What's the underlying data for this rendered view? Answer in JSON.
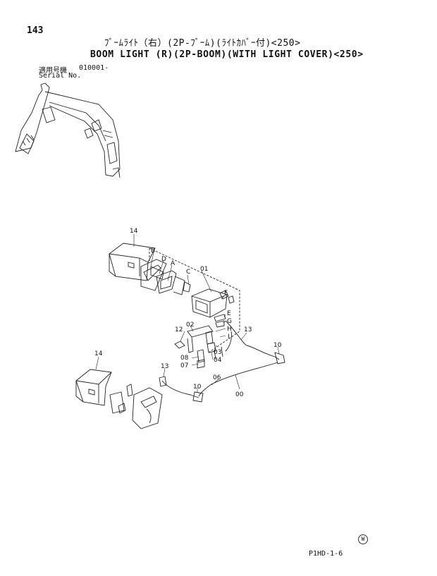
{
  "page_number": "143",
  "title_jp": "ﾌﾞｰﾑﾗｲﾄ（右）(2P-ﾌﾞｰﾑ)(ﾗｲﾄｶﾊﾞｰ付)<250>",
  "title_en": "BOOM LIGHT (R)(2P-BOOM)(WITH LIGHT COVER)<250>",
  "serial_label_jp": "適用号機",
  "serial_value": "010001-",
  "serial_label_en": "Serial No.",
  "footer_code": "P1HD-1-6",
  "mark_symbol": "W",
  "labels": {
    "l14a": "14",
    "lB": "B",
    "lD": "D",
    "lA": "A",
    "lC": "C",
    "l01": "01",
    "lF": "F",
    "lE": "E",
    "lG": "G",
    "lH": "H",
    "lI": "I",
    "l13a": "13",
    "l02": "02",
    "l12": "12",
    "l10a": "10",
    "l03": "03",
    "l04": "04",
    "l08": "08",
    "l07": "07",
    "l14b": "14",
    "l13b": "13",
    "l06": "06",
    "l10b": "10",
    "l00": "00"
  }
}
